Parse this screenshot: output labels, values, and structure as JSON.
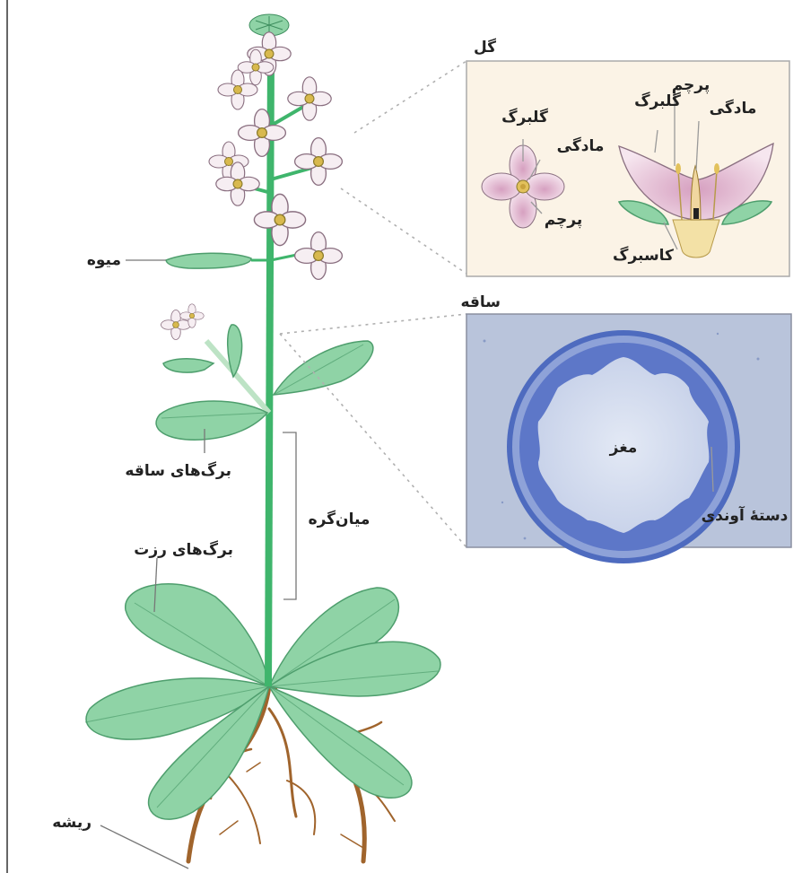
{
  "labels": {
    "flower": "گل",
    "stamen_right": "پرچم",
    "petal_right": "گلبرگ",
    "pistil_right": "مادگی",
    "petal_left": "گلبرگ",
    "pistil_left": "مادگی",
    "stamen_left": "پرچم",
    "sepal": "کاسبرگ",
    "fruit": "میوه",
    "stem": "ساقه",
    "pith": "مغز",
    "vascular_bundle": "دستهٔ آوندی",
    "stem_leaves": "برگ‌های ساقه",
    "internode": "میان‌گره",
    "rosette_leaves": "برگ‌های رزت",
    "root": "ریشه"
  },
  "colors": {
    "leaf_fill": "#8fd3a6",
    "leaf_stroke": "#4e9e6d",
    "stem": "#3fb56c",
    "root": "#a0642c",
    "petal_fill": "#f6eef2",
    "flower_panel_bg": "#fbf3e6",
    "stem_section_bg": "#b7c3db",
    "vascular_ring": "#5f79c7"
  }
}
